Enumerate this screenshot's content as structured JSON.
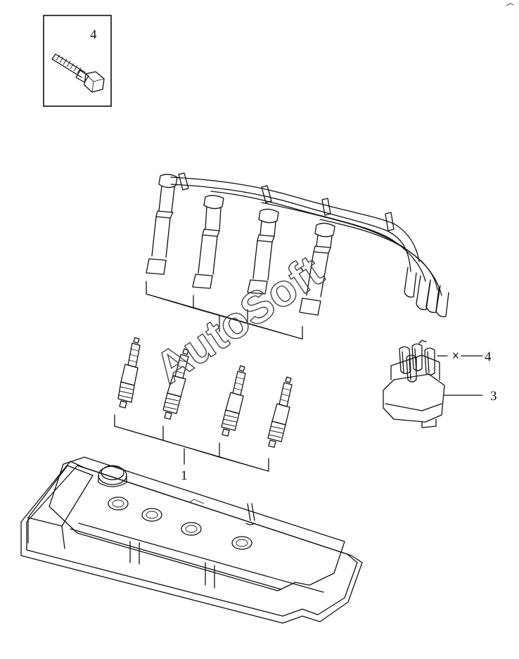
{
  "callouts": {
    "inset_bolt": "4",
    "spark_plugs": "1",
    "distributor_bolt": "4",
    "distributor_cap": "3"
  },
  "watermark": "AutoSoft",
  "colors": {
    "line": "#111111",
    "background": "#ffffff",
    "watermark_outline": "#444444"
  }
}
